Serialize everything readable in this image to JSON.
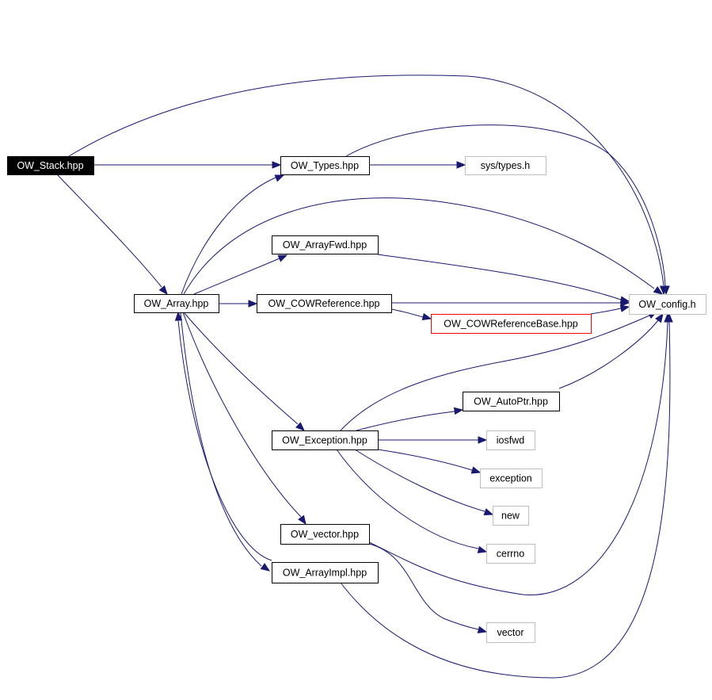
{
  "colors": {
    "edge": "#191970",
    "root_fill": "#000000",
    "root_text": "#ffffff",
    "node_border": "#000000",
    "external_border": "#bfbfbf",
    "undocumented_border": "#ff0000",
    "text": "#000000"
  },
  "nodes": [
    {
      "id": "ow_stack",
      "label": "OW_Stack.hpp",
      "kind": "root"
    },
    {
      "id": "ow_types",
      "label": "OW_Types.hpp",
      "kind": "documented"
    },
    {
      "id": "sys_types",
      "label": "sys/types.h",
      "kind": "external"
    },
    {
      "id": "ow_arrayfwd",
      "label": "OW_ArrayFwd.hpp",
      "kind": "documented"
    },
    {
      "id": "ow_array",
      "label": "OW_Array.hpp",
      "kind": "documented"
    },
    {
      "id": "ow_cowreference",
      "label": "OW_COWReference.hpp",
      "kind": "documented"
    },
    {
      "id": "ow_config",
      "label": "OW_config.h",
      "kind": "external"
    },
    {
      "id": "ow_cowreferencebase",
      "label": "OW_COWReferenceBase.hpp",
      "kind": "undocumented"
    },
    {
      "id": "ow_autoptr",
      "label": "OW_AutoPtr.hpp",
      "kind": "documented"
    },
    {
      "id": "ow_exception",
      "label": "OW_Exception.hpp",
      "kind": "documented"
    },
    {
      "id": "iosfwd",
      "label": "iosfwd",
      "kind": "external"
    },
    {
      "id": "exception",
      "label": "exception",
      "kind": "external"
    },
    {
      "id": "new",
      "label": "new",
      "kind": "external"
    },
    {
      "id": "cerrno",
      "label": "cerrno",
      "kind": "external"
    },
    {
      "id": "ow_vector",
      "label": "OW_vector.hpp",
      "kind": "documented"
    },
    {
      "id": "ow_arrayimpl",
      "label": "OW_ArrayImpl.hpp",
      "kind": "documented"
    },
    {
      "id": "vector",
      "label": "vector",
      "kind": "external"
    }
  ],
  "edges": [
    {
      "from": "ow_stack",
      "to": "ow_config"
    },
    {
      "from": "ow_stack",
      "to": "ow_types"
    },
    {
      "from": "ow_stack",
      "to": "ow_array"
    },
    {
      "from": "ow_types",
      "to": "ow_config"
    },
    {
      "from": "ow_types",
      "to": "sys_types"
    },
    {
      "from": "ow_array",
      "to": "ow_types"
    },
    {
      "from": "ow_array",
      "to": "ow_config"
    },
    {
      "from": "ow_array",
      "to": "ow_arrayfwd"
    },
    {
      "from": "ow_array",
      "to": "ow_cowreference"
    },
    {
      "from": "ow_array",
      "to": "ow_exception"
    },
    {
      "from": "ow_array",
      "to": "ow_vector"
    },
    {
      "from": "ow_array",
      "to": "ow_arrayimpl"
    },
    {
      "from": "ow_arrayfwd",
      "to": "ow_config"
    },
    {
      "from": "ow_cowreference",
      "to": "ow_config"
    },
    {
      "from": "ow_cowreference",
      "to": "ow_cowreferencebase"
    },
    {
      "from": "ow_cowreferencebase",
      "to": "ow_config"
    },
    {
      "from": "ow_exception",
      "to": "ow_config"
    },
    {
      "from": "ow_exception",
      "to": "ow_autoptr"
    },
    {
      "from": "ow_exception",
      "to": "iosfwd"
    },
    {
      "from": "ow_exception",
      "to": "exception"
    },
    {
      "from": "ow_exception",
      "to": "new"
    },
    {
      "from": "ow_exception",
      "to": "cerrno"
    },
    {
      "from": "ow_autoptr",
      "to": "ow_config"
    },
    {
      "from": "ow_vector",
      "to": "ow_config"
    },
    {
      "from": "ow_vector",
      "to": "vector"
    },
    {
      "from": "ow_arrayimpl",
      "to": "ow_array"
    },
    {
      "from": "ow_arrayimpl",
      "to": "ow_config"
    }
  ]
}
